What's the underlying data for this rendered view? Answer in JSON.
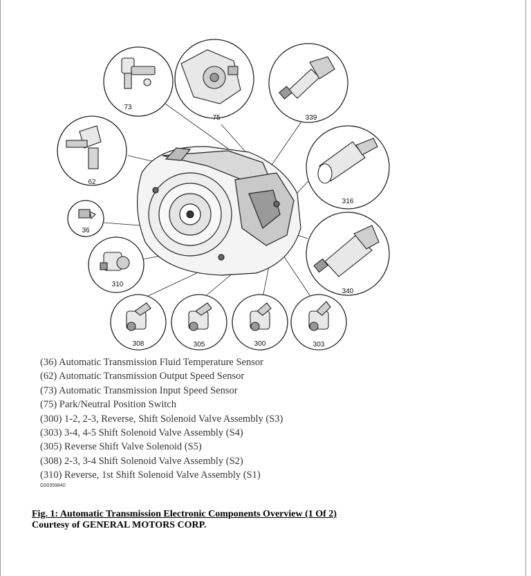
{
  "diagram": {
    "callouts": [
      {
        "id": "73"
      },
      {
        "id": "75"
      },
      {
        "id": "339"
      },
      {
        "id": "62"
      },
      {
        "id": "316"
      },
      {
        "id": "36"
      },
      {
        "id": "310"
      },
      {
        "id": "340"
      },
      {
        "id": "308"
      },
      {
        "id": "305"
      },
      {
        "id": "300"
      },
      {
        "id": "303"
      }
    ]
  },
  "legend": [
    "(36) Automatic Transmission Fluid Temperature Sensor",
    "(62) Automatic Transmission Output Speed Sensor",
    "(73) Automatic Transmission Input Speed Sensor",
    "(75) Park/Neutral Position Switch",
    "(300) 1-2, 2-3, Reverse, Shift Solenoid Valve Assembly (S3)",
    "(303) 3-4, 4-5 Shift Solenoid Valve Assembly (S4)",
    "(305) Reverse Shift Valve Solenoid (S5)",
    "(308) 2-3, 3-4 Shift Solenoid Valve Assembly (S2)",
    "(310) Reverse, 1st Shift Solenoid Valve Assembly (S1)"
  ],
  "figure_code": "G00359840",
  "caption": {
    "title": "Fig. 1: Automatic Transmission Electronic Components Overview (1 Of 2)",
    "credit": "Courtesy of GENERAL MOTORS CORP."
  }
}
